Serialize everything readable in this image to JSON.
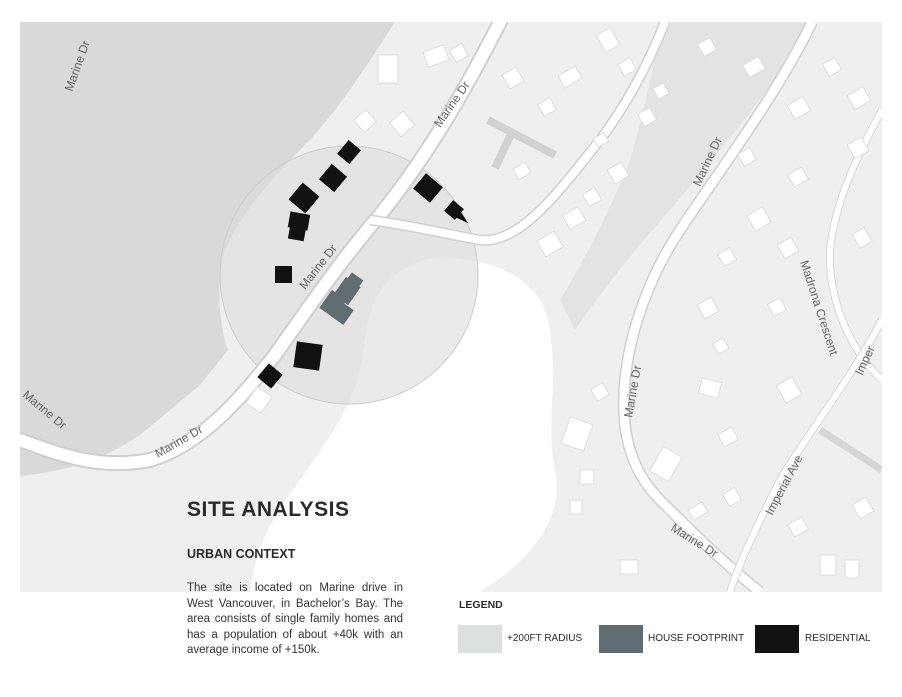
{
  "map": {
    "road_labels": {
      "marine_dr_top_left": "Marine Dr",
      "marine_dr_upper_mid": "Marine Dr",
      "marine_dr_circle": "Marine Dr",
      "marine_dr_lower_left": "Marine Dr",
      "marine_dr_bottom": "Marine Dr",
      "marine_dr_right_upper": "Marine Dr",
      "marine_dr_right_lower": "Marine Dr",
      "marine_dr_bottom_right": "Marine Dr",
      "madrona_crescent": "Madrona Crescent",
      "imperial_ave": "Imperial Ave",
      "imperial_cut": "Imper"
    },
    "colors": {
      "water": "#d9d9d9",
      "land": "#efefef",
      "radius": "#dcdcdc",
      "house_footprint": "#5f6c71",
      "residential": "#111111",
      "road_fill": "#ffffff",
      "road_casing": "#cfcfcf"
    }
  },
  "panel": {
    "title": "SITE ANALYSIS",
    "subtitle": "URBAN CONTEXT",
    "description": "The site is located on Marine drive in West Vancouver, in Bachelor’s Bay. The area consists of single family homes and  has a population of about +40k with an average income of +150k."
  },
  "legend": {
    "title": "LEGEND",
    "items": [
      {
        "label": "+200FT RADIUS",
        "color": "#dde0e0"
      },
      {
        "label": "HOUSE FOOTPRINT",
        "color": "#5f6c71"
      },
      {
        "label": "RESIDENTIAL",
        "color": "#111111"
      }
    ]
  }
}
